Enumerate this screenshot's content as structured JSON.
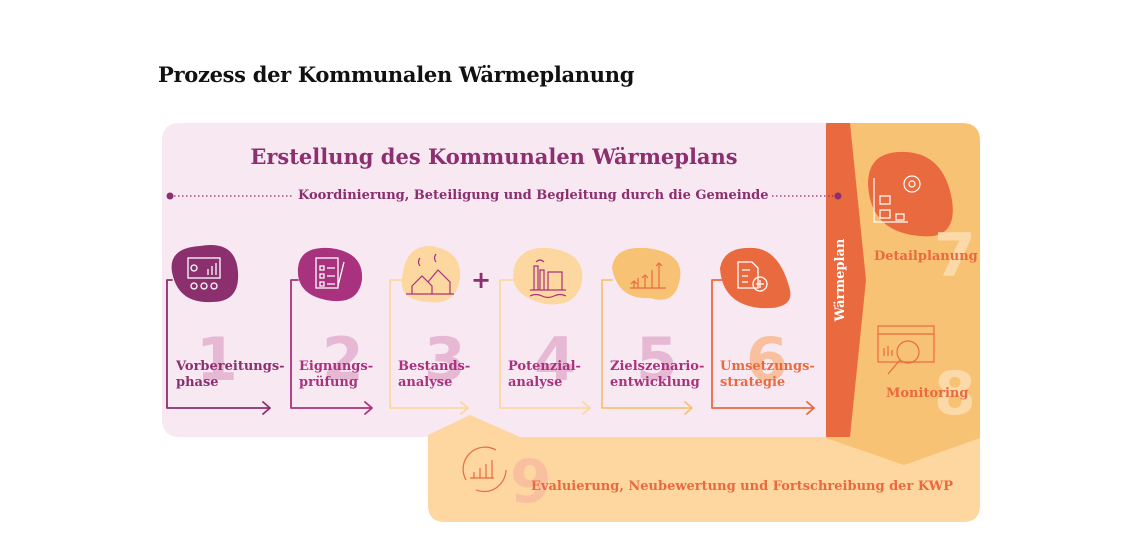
{
  "page_title": "Prozess der Kommunalen Wärmeplanung",
  "main_panel": {
    "heading": "Erstellung des Kommunalen Wärmeplans",
    "coordination_line": "Koordinierung, Beteiligung und Begleitung durch die Gemeinde"
  },
  "steps": [
    {
      "number": "1",
      "line1": "Vorbereitungs-",
      "line2": "phase",
      "icon": "presentation-icon"
    },
    {
      "number": "2",
      "line1": "Eignungs-",
      "line2": "prüfung",
      "icon": "checklist-icon"
    },
    {
      "number": "3",
      "line1": "Bestands-",
      "line2": "analyse",
      "icon": "houses-icon"
    },
    {
      "number": "4",
      "line1": "Potenzial-",
      "line2": "analyse",
      "icon": "factory-icon"
    },
    {
      "number": "5",
      "line1": "Zielszenario-",
      "line2": "entwicklung",
      "icon": "growth-arrows-icon"
    },
    {
      "number": "6",
      "line1": "Umsetzungs-",
      "line2": "strategie",
      "icon": "document-plus-icon"
    }
  ],
  "plus_sign": "+",
  "waermeplan_label": "Wärmeplan",
  "side_steps": [
    {
      "number": "7",
      "label": "Detailplanung",
      "icon": "blueprint-gear-icon"
    },
    {
      "number": "8",
      "label": "Monitoring",
      "icon": "monitor-magnifier-icon"
    }
  ],
  "bottom_step": {
    "number": "9",
    "label": "Evaluierung, Neubewertung und Fortschreibung der KWP",
    "icon": "cycle-growth-icon"
  },
  "colors": {
    "panel_bg": "#f8e8f2",
    "purple_dark": "#8b2f6f",
    "magenta": "#a8327e",
    "orange": "#ea6a3f",
    "orange_light": "#f8c375",
    "peach": "#fcd7a0",
    "yellow_light": "#fde0a6"
  }
}
